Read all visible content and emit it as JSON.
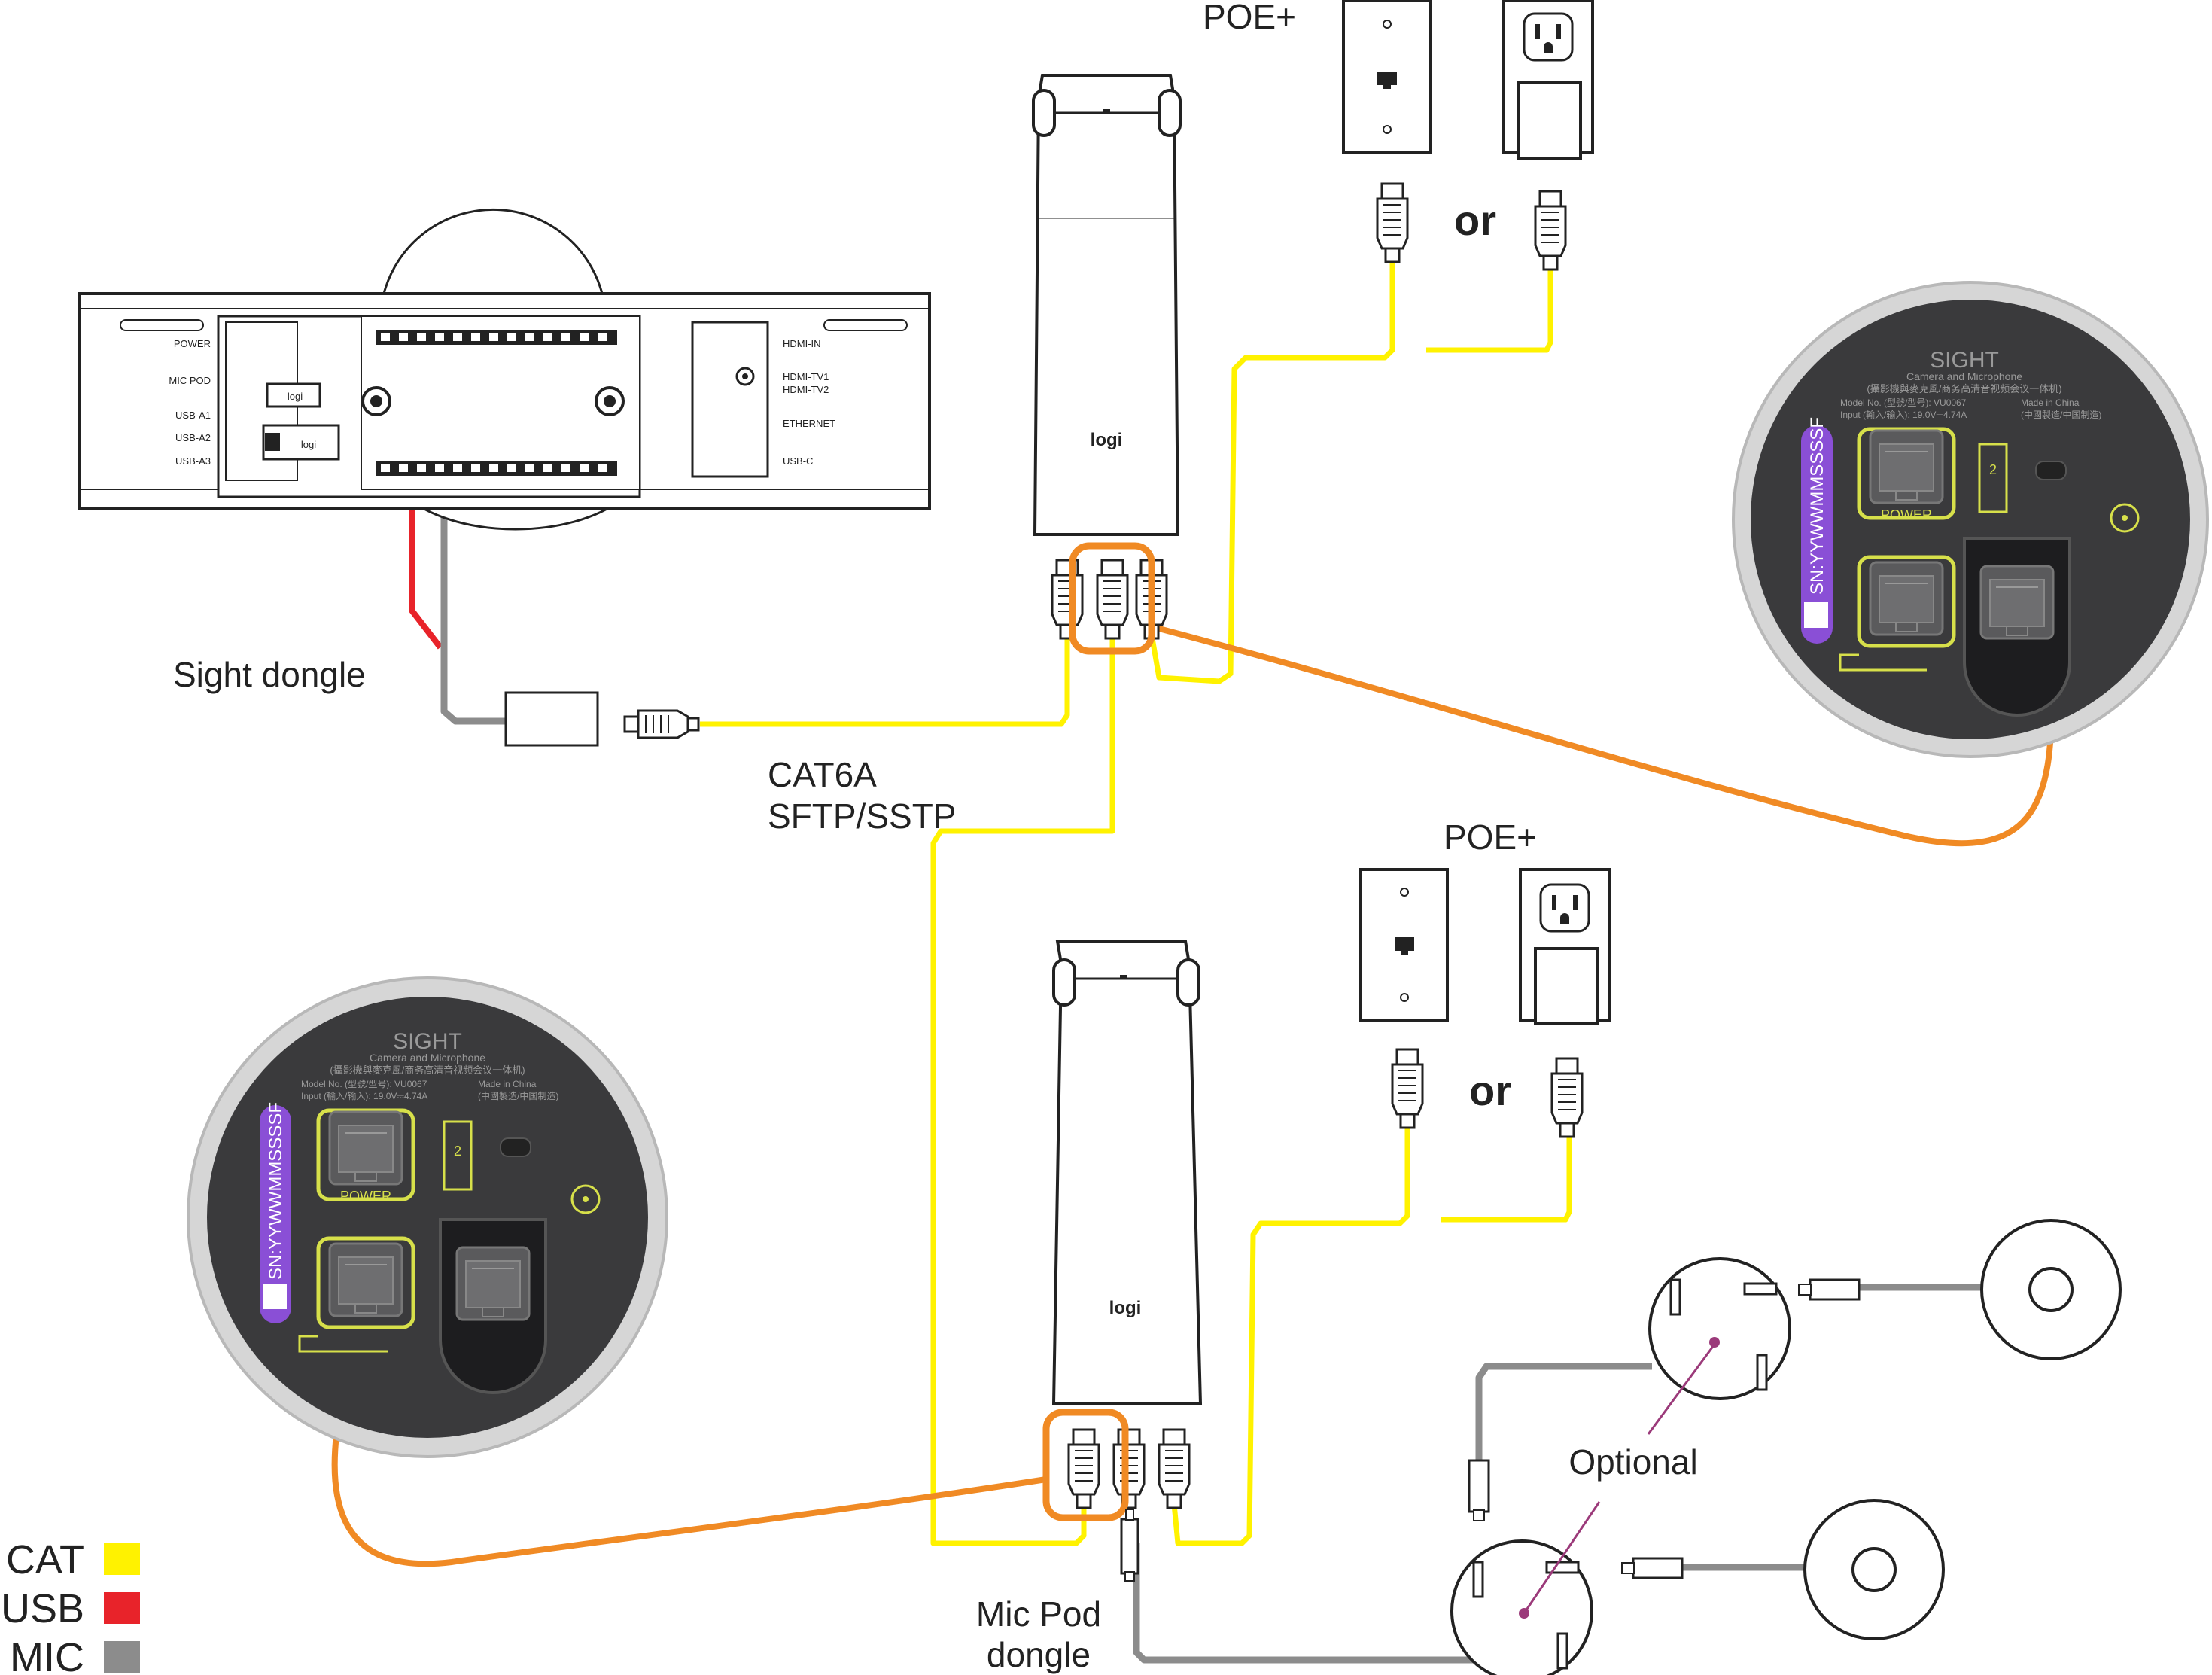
{
  "labels": {
    "poe_top": "POE+",
    "poe_bottom": "POE+",
    "or_top": "or",
    "or_bottom": "or",
    "sight_dongle": "Sight dongle",
    "cable_type_line1": "CAT6A",
    "cable_type_line2": "SFTP/SSTP",
    "optional": "Optional",
    "mic_pod_dongle_line1": "Mic Pod",
    "mic_pod_dongle_line2": "dongle",
    "logo": "logi"
  },
  "rally_bar_ports": {
    "left": [
      "POWER",
      "MIC POD",
      "USB-A1",
      "USB-A2",
      "USB-A3"
    ],
    "right": [
      "HDMI-IN",
      "HDMI-TV1",
      "HDMI-TV2",
      "ETHERNET",
      "USB-C"
    ]
  },
  "sight_device": {
    "title": "SIGHT",
    "subtitle": "Camera and Microphone",
    "chinese_name": "(攝影機與麥克風/商务高清音视频会议一体机)",
    "model": "Model No. (型號/型号): VU0067",
    "origin": "Made in China",
    "input": "Input (輸入/输入): 19.0V⎓4.74A",
    "origin_cn": "(中國製造/中国制造)",
    "serial": "SN:YYWWMMSSSSF",
    "power_label": "POWER",
    "slot_number": "2"
  },
  "legend": [
    {
      "label": "CAT",
      "color": "#FFF200"
    },
    {
      "label": "USB",
      "color": "#E8232A"
    },
    {
      "label": "MIC",
      "color": "#8C8C8C"
    }
  ],
  "colors": {
    "cat": "#FFF200",
    "usb": "#E8232A",
    "mic": "#8C8C8C",
    "highlight": "#F08A24",
    "sight_body": "#3a3a3c",
    "serial_band": "#8a4fd6"
  }
}
